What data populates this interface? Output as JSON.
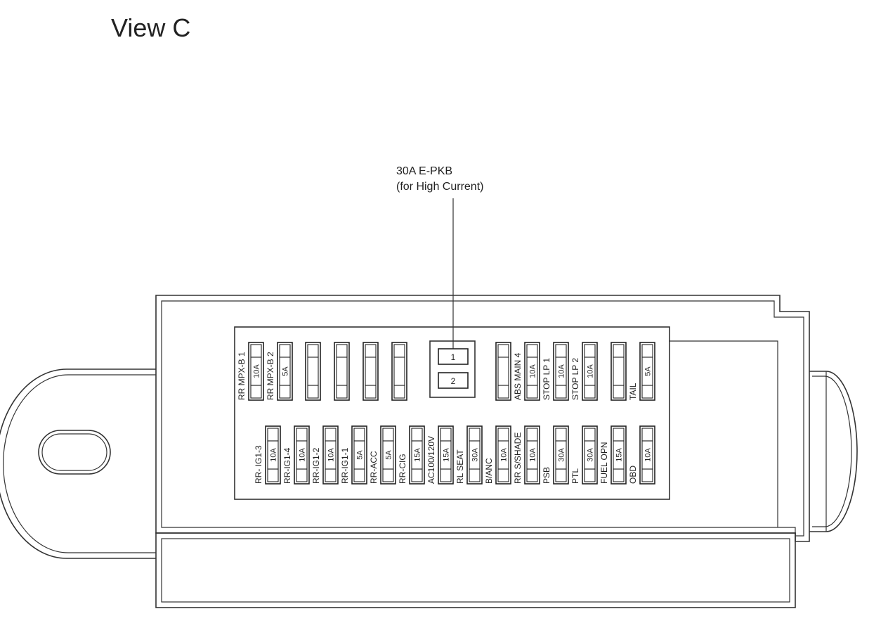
{
  "view_title": "View C",
  "callout": {
    "line1": "30A E-PKB",
    "line2": "(for High Current)"
  },
  "relay": {
    "slot1": "1",
    "slot2": "2"
  },
  "top_row": [
    {
      "label": "RR MPX-B 1",
      "amp": "10A"
    },
    {
      "label": "RR MPX-B 2",
      "amp": "5A"
    },
    {
      "label": "",
      "amp": ""
    },
    {
      "label": "",
      "amp": ""
    },
    {
      "label": "",
      "amp": ""
    },
    {
      "label": "",
      "amp": ""
    },
    {
      "label": "",
      "amp": ""
    },
    {
      "label": "ABS MAIN 4",
      "amp": "10A"
    },
    {
      "label": "STOP LP 1",
      "amp": "10A"
    },
    {
      "label": "STOP LP 2",
      "amp": "10A"
    },
    {
      "label": "",
      "amp": ""
    },
    {
      "label": "TAIL",
      "amp": "5A"
    }
  ],
  "bottom_row": [
    {
      "label": "RR- IG1-3",
      "amp": "10A"
    },
    {
      "label": "RR-IG1-4",
      "amp": "10A"
    },
    {
      "label": "RR-IG1-2",
      "amp": "10A"
    },
    {
      "label": "RR-IG1-1",
      "amp": "5A"
    },
    {
      "label": "RR-ACC",
      "amp": "5A"
    },
    {
      "label": "RR-CIG",
      "amp": "15A"
    },
    {
      "label": "AC100/120V",
      "amp": "15A"
    },
    {
      "label": "RL SEAT",
      "amp": "30A"
    },
    {
      "label": "B/ANC",
      "amp": "10A"
    },
    {
      "label": "RR S/SHADE",
      "amp": "10A"
    },
    {
      "label": "PSB",
      "amp": "30A"
    },
    {
      "label": "PTL",
      "amp": "30A"
    },
    {
      "label": "FUEL OPN",
      "amp": "15A"
    },
    {
      "label": "OBD",
      "amp": "10A"
    }
  ]
}
